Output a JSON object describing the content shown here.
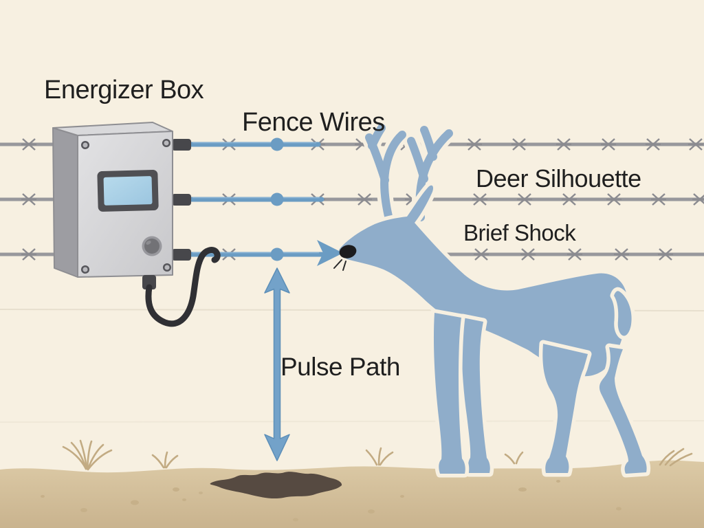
{
  "labels": {
    "energizer_box": "Energizer Box",
    "fence_wires": "Fence Wires",
    "deer_silhouette": "Deer Silhouette",
    "brief_shock": "Brief Shock",
    "pulse_path": "Pulse Path"
  },
  "colors": {
    "bg": "#f7f0e1",
    "text": "#1f1f1f",
    "wire_gray": "#98989c",
    "barb_gray": "#8b8b90",
    "wire_blue": "#6b9cc3",
    "wire_highlight": "#8fb8d8",
    "arrow_blue": "#73a2c9",
    "arrow_edge": "#5d8fb8",
    "deer_blue": "#8fadca",
    "halo": "#f7f0e1",
    "nose": "#1c1c1e",
    "spark": "#2a2a2a",
    "ground_top": "#dccaa6",
    "ground_bottom": "#c9b38e",
    "hole": "#564a41",
    "grass": "#c2ab83",
    "pebble": "#c6b089",
    "box_front_1": "#e2e2e4",
    "box_front_2": "#c8c8cb",
    "box_side": "#9d9da2",
    "box_top": "#d9d9db",
    "box_outline": "#8e8e92",
    "screw_fill": "#b9b9bd",
    "screw_ring": "#56565b",
    "screen_frame": "#4f4f53",
    "screen_1": "#b7daec",
    "screen_2": "#9cc6e0",
    "knob": "#727276",
    "knob_ring": "#98989d",
    "connector": "#47474b",
    "cable": "#303034"
  }
}
